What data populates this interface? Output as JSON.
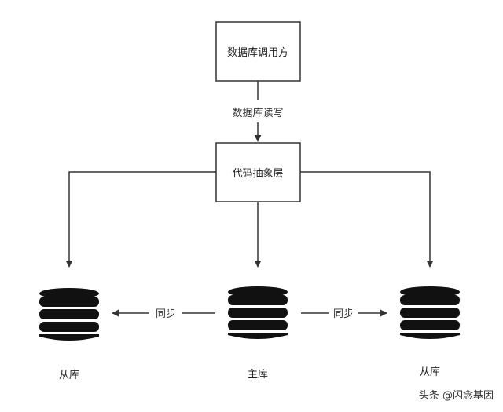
{
  "nodes": {
    "caller": {
      "label": "数据库调用方"
    },
    "abstraction": {
      "label": "代码抽象层"
    },
    "master": {
      "label": "主库"
    },
    "slave_left": {
      "label": "从库"
    },
    "slave_right": {
      "label": "从库"
    }
  },
  "edges": {
    "read_write": {
      "label": "数据库读写"
    },
    "sync_left": {
      "label": "同步"
    },
    "sync_right": {
      "label": "同步"
    }
  },
  "watermark": {
    "text": "头条 @闪念基因"
  },
  "colors": {
    "stroke": "#333333",
    "db_fill": "#111111",
    "background": "#ffffff"
  },
  "icons": {
    "database": "database-icon"
  }
}
